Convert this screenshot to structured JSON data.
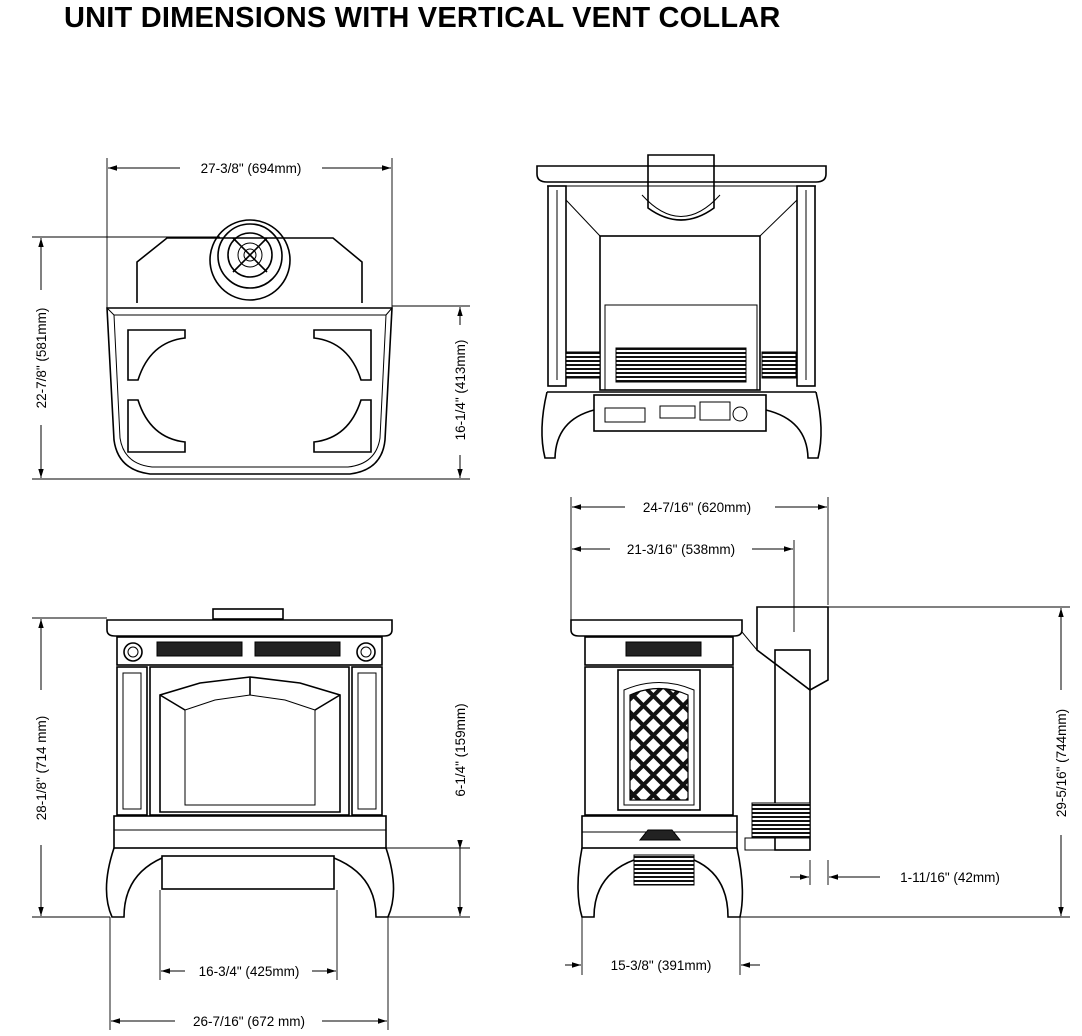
{
  "title": "UNIT DIMENSIONS WITH VERTICAL VENT COLLAR",
  "views": {
    "top": {
      "width": "27-3/8\" (694mm)",
      "depth": "22-7/8\" (581mm)",
      "top_depth": "16-1/4\" (413mm)"
    },
    "front": {
      "height": "28-1/8\" (714 mm)",
      "heat_shield_height": "6-1/4\" (159mm)",
      "leg_spacing": "16-3/4\" (425mm)",
      "width": "26-7/16\" (672 mm)"
    },
    "side": {
      "overall_depth": "24-7/16\" (620mm)",
      "vent_center": "21-3/16\" (538mm)",
      "height": "29-5/16\" (744mm)",
      "rear_offset": "1-11/16\" (42mm)",
      "leg_depth": "15-3/8\" (391mm)"
    }
  }
}
